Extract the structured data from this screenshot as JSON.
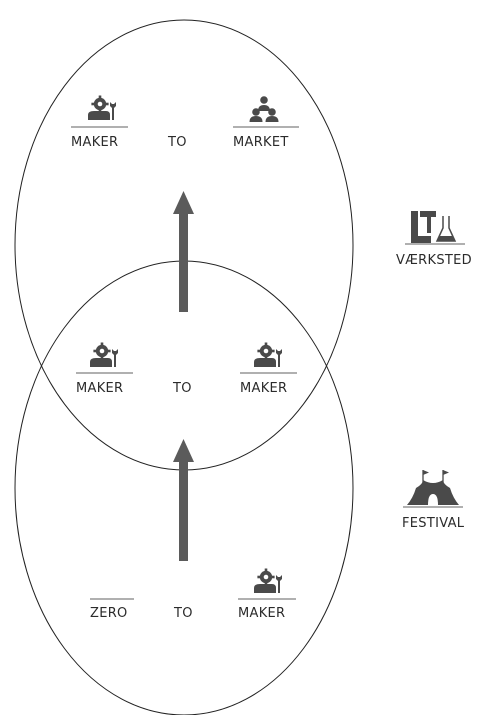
{
  "diagram": {
    "top_group": {
      "left_label": "MAKER",
      "connector": "TO",
      "right_label": "MARKET"
    },
    "middle_group": {
      "left_label": "MAKER",
      "connector": "TO",
      "right_label": "MAKER"
    },
    "bottom_group": {
      "left_label": "ZERO",
      "connector": "TO",
      "right_label": "MAKER"
    },
    "legend": {
      "upper": {
        "label": "VÆRKSTED",
        "icon": "workshop-tools-icon"
      },
      "lower": {
        "label": "FESTIVAL",
        "icon": "circus-tent-icon"
      }
    },
    "icons": {
      "maker": "maker-gear-wrench-icon",
      "market": "people-group-icon"
    },
    "colors": {
      "icon": "#4a4a4a",
      "arrow": "#5b5b5b",
      "line": "#222222",
      "text": "#2b2b2b"
    }
  }
}
